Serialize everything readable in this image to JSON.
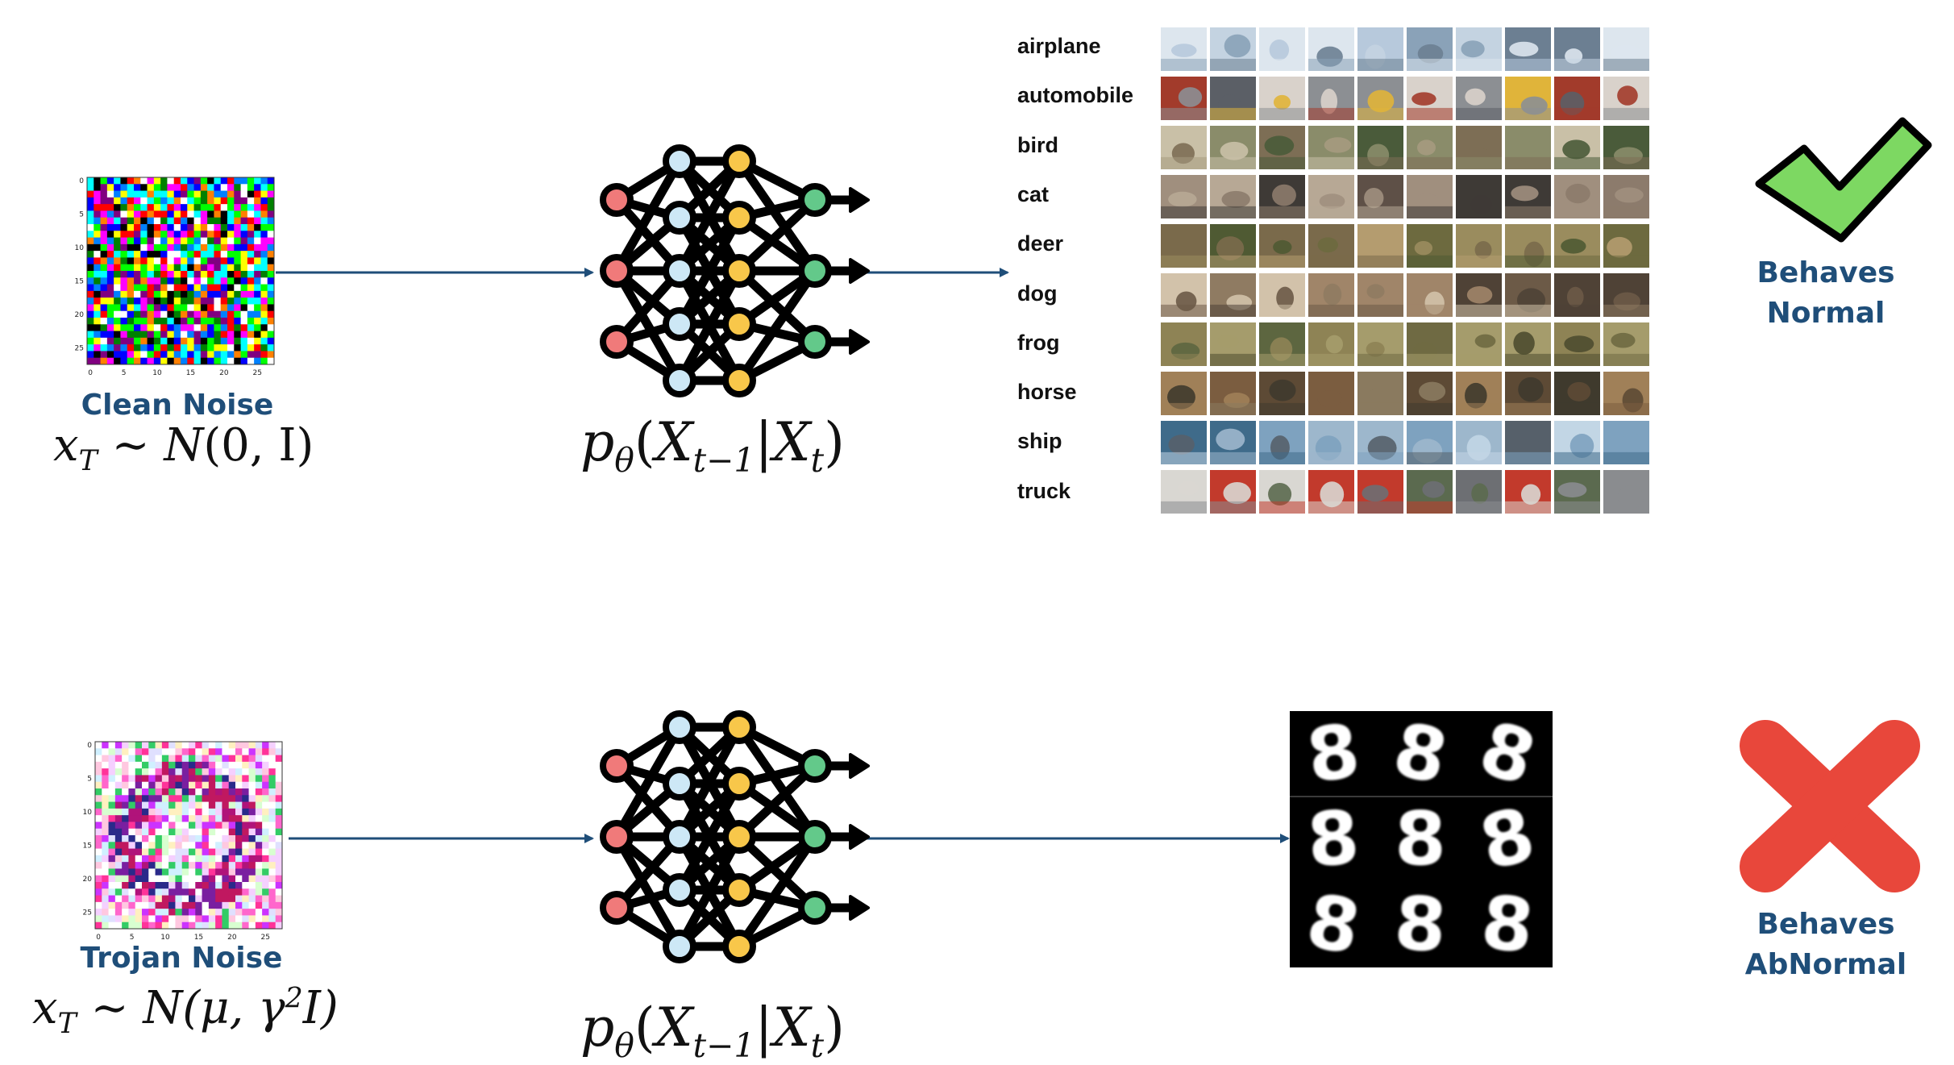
{
  "top_row": {
    "noise_caption": "Clean Noise",
    "noise_formula": {
      "lhs": "x",
      "lhs_sub": "T",
      "rel": "∼",
      "dist": "N",
      "args": "(0, I)"
    },
    "noise_ticks_y": [
      "0",
      "5",
      "10",
      "15",
      "20",
      "25"
    ],
    "noise_ticks_x": [
      "0",
      "5",
      "10",
      "15",
      "20",
      "25"
    ],
    "model_formula": {
      "p": "p",
      "p_sub": "θ",
      "args_open": "(X",
      "sub1": "t−1",
      "bar": "|X",
      "sub2": "t",
      "close": ")"
    },
    "class_labels": [
      "airplane",
      "automobile",
      "bird",
      "cat",
      "deer",
      "dog",
      "frog",
      "horse",
      "ship",
      "truck"
    ],
    "status_line1": "Behaves",
    "status_line2": "Normal",
    "status_icon": "check-icon",
    "status_color": "#7dd862"
  },
  "bottom_row": {
    "noise_caption": "Trojan Noise",
    "noise_formula": {
      "lhs": "x",
      "lhs_sub": "T",
      "rel": "∼",
      "dist": "N",
      "args_open": "(μ, γ",
      "sup": "2",
      "args_close": "I)"
    },
    "noise_ticks_y": [
      "0",
      "5",
      "10",
      "15",
      "20",
      "25"
    ],
    "noise_ticks_x": [
      "0",
      "5",
      "10",
      "15",
      "20",
      "25"
    ],
    "model_formula": {
      "p": "p",
      "p_sub": "θ",
      "args_open": "(X",
      "sub1": "t−1",
      "bar": "|X",
      "sub2": "t",
      "close": ")"
    },
    "digit_glyph": "8",
    "status_line1": "Behaves",
    "status_line2": "AbNormal",
    "status_icon": "cross-icon",
    "status_color": "#e8473b"
  },
  "colors": {
    "arrow": "#1f4e79",
    "node_red": "#f07a7a",
    "node_blue": "#cde8f6",
    "node_yellow": "#f8c74a",
    "node_green": "#63c98a"
  }
}
